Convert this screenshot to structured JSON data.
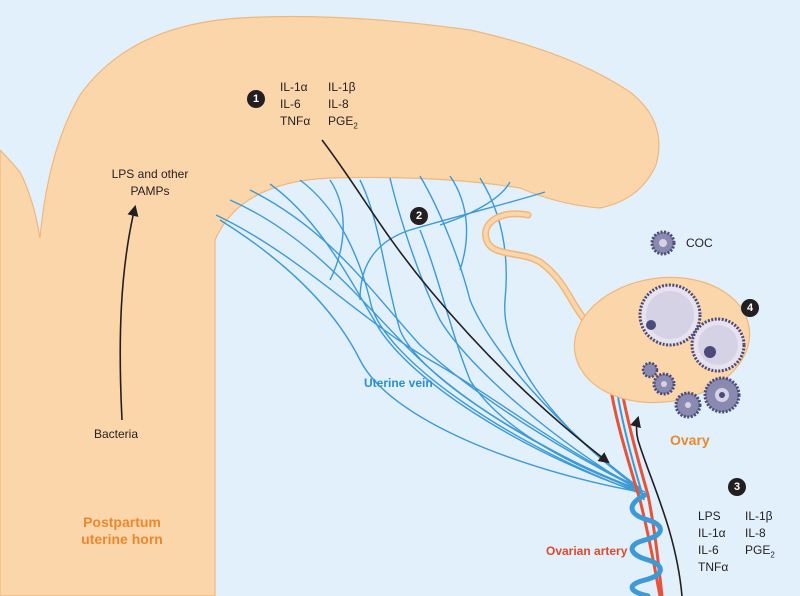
{
  "labels": {
    "pamps": "LPS and other PAMPs",
    "bacteria": "Bacteria",
    "uterine_horn": "Postpartum uterine horn",
    "uterine_vein": "Uterine vein",
    "ovarian_artery": "Ovarian artery",
    "ovary": "Ovary",
    "coc": "COC"
  },
  "badges": [
    "1",
    "2",
    "3",
    "4"
  ],
  "mediators_1": {
    "col1": [
      "IL-1α",
      "IL-6",
      "TNFα"
    ],
    "col2": [
      "IL-1β",
      "IL-8"
    ],
    "pge_base": "PGE",
    "pge_sub": "2"
  },
  "mediators_3": {
    "col1": [
      "LPS",
      "IL-1α",
      "IL-6",
      "TNFα"
    ],
    "col2": [
      "IL-1β",
      "IL-8"
    ],
    "pge_base": "PGE",
    "pge_sub": "2"
  },
  "colors": {
    "background": "#e1f0fa",
    "uterus": "#fcd6ab",
    "uterus_outline": "#f0b77b",
    "vein": "#3d9ad6",
    "artery": "#e5543a",
    "follicle": "#4b4a78",
    "arrow": "#231f20"
  }
}
